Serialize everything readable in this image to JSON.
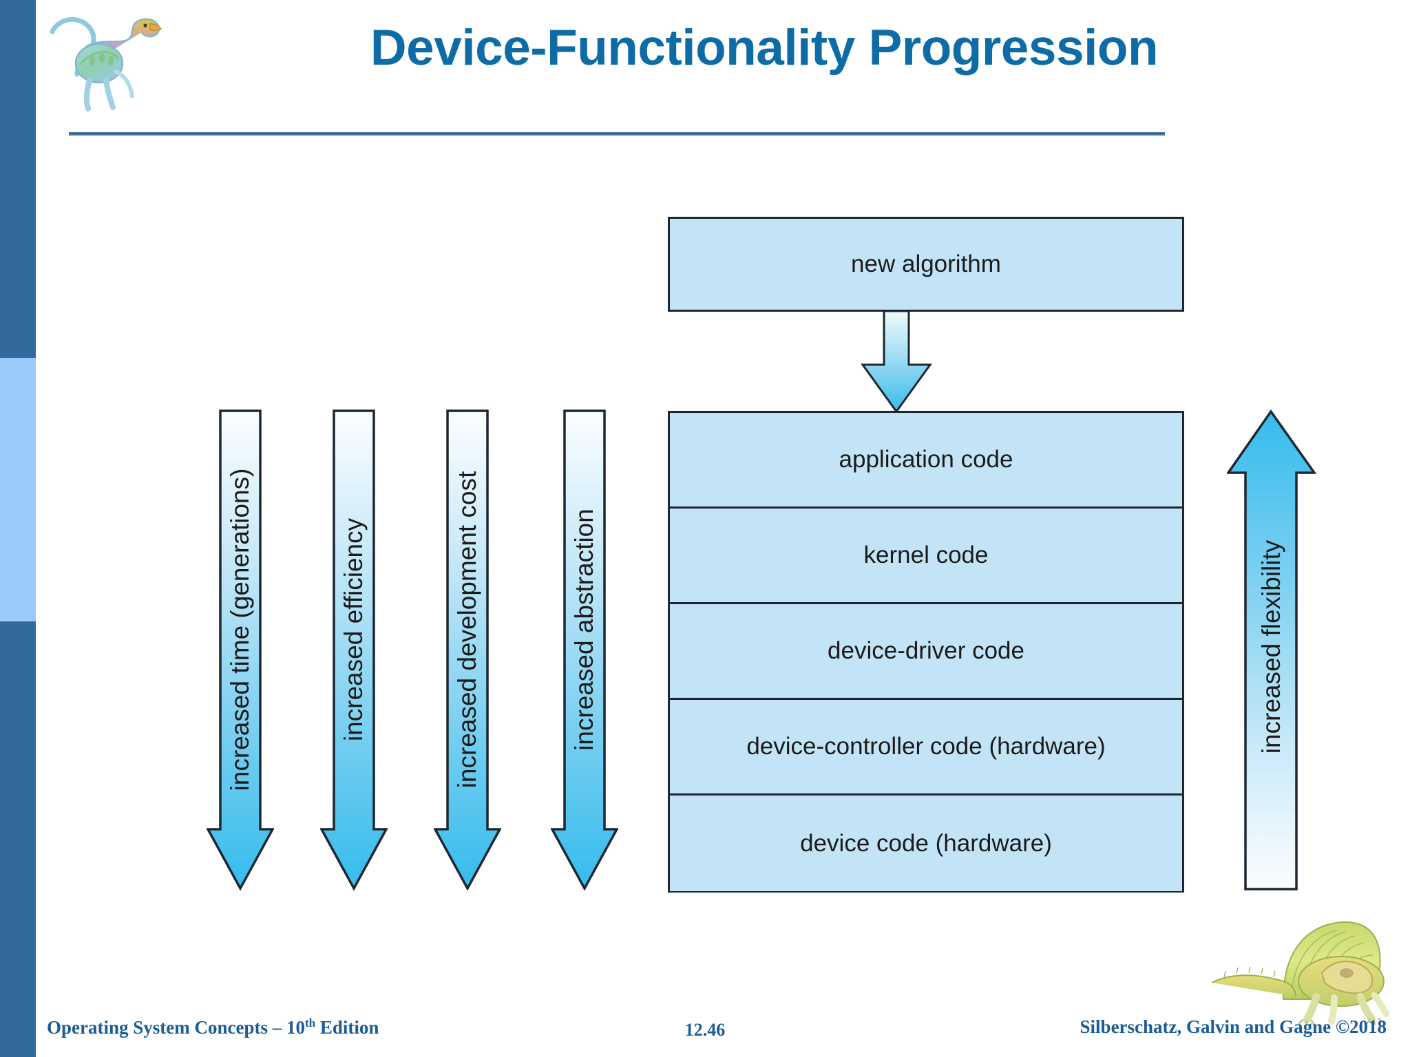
{
  "slide": {
    "title": "Device-Functionality Progression",
    "page_number": "12.46"
  },
  "diagram": {
    "top_box": "new algorithm",
    "stack_rows": [
      "application code",
      "kernel code",
      "device-driver code",
      "device-controller code (hardware)",
      "device code (hardware)"
    ],
    "down_arrows": [
      "increased time (generations)",
      "increased efficiency",
      "increased development cost",
      "increased abstraction"
    ],
    "up_arrow": "increased flexibility"
  },
  "footer": {
    "book": "Operating System Concepts – 10",
    "book_sup": "th",
    "book_tail": " Edition",
    "authors": "Silberschatz, Galvin and Gagne ©2018"
  },
  "colors": {
    "title": "#0d6ba5",
    "box_fill": "#c3e4f7",
    "box_border": "#1d2732",
    "arrow_cyan": "#4ec3ee",
    "sidebar_dark": "#336a9e",
    "sidebar_light": "#9ccbfb",
    "footer_text": "#1a5c94"
  }
}
